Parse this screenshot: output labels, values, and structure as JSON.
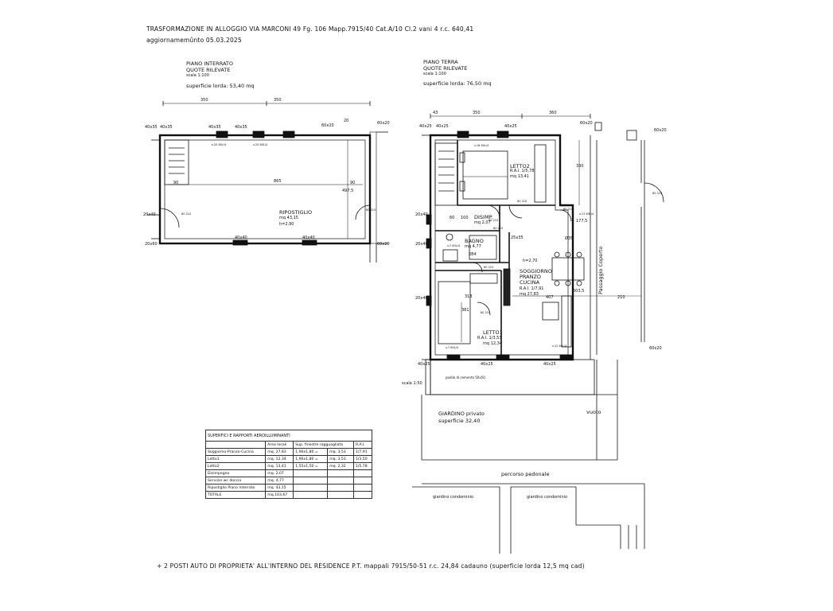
{
  "header": {
    "title": "TRASFORMAZIONE IN ALLOGGIO VIA MARCONI 49 Fg. 106 Mapp.7915/40 Cat.A/10 Cl.2 vani 4 r.c. 640,41",
    "update": "aggiornamemûnto 05.03.2025"
  },
  "basement": {
    "title": "PIANO INTERRATO",
    "subtitle": "QUOTE RILEVATE",
    "scale": "scala 1:100",
    "area": "superficie lorda: 53,40 mq",
    "dims": [
      "350",
      "350",
      "865",
      "20",
      "497,5",
      "90",
      "90"
    ],
    "windows": [
      "40x35",
      "40x35",
      "40x35",
      "40x35",
      "60x20",
      "60x20",
      "20x40",
      "20x60",
      "40x40",
      "40x40",
      "60x20"
    ],
    "window_ratios": [
      "v.20 80L/4",
      "v.20 80L/4"
    ],
    "door": "80 210",
    "door2": "80 210",
    "room": {
      "name": "RIPOSTIGLIO",
      "area": "mq 43,15",
      "height": "h=2,90"
    }
  },
  "ground": {
    "title": "PIANO TERRA",
    "subtitle": "QUOTE RILEVATE",
    "scale": "scala 1:100",
    "area": "superficie lorda: 76,50 mq",
    "dims": [
      "43",
      "350",
      "360",
      "330",
      "177,5",
      "210",
      "407",
      "381",
      "318",
      "284",
      "100",
      "60",
      "603,5"
    ],
    "windows": [
      "40x25",
      "40x25",
      "40x25",
      "60x20",
      "60x20",
      "20x40",
      "20x40",
      "20x40",
      "25x35",
      "40x25",
      "40x25",
      "40x25",
      "60x20"
    ],
    "window_ratios": [
      "v.18 60L/4",
      "v.7 60L/4",
      "v.7 60L/4",
      "v.12 60L/4",
      "v.13 60L/4"
    ],
    "rooms": [
      {
        "name": "LETTO2",
        "rai": "R.A.I. 1/5,78",
        "area": "mq 13,41"
      },
      {
        "name": "DISIMP.",
        "rai": "",
        "area": "mq 2,07"
      },
      {
        "name": "BAGNO",
        "rai": "",
        "area": "mq 4,77"
      },
      {
        "name": "SOGGIORNO PRANZO CUCINA",
        "rai": "R.A.I. 1/7,91",
        "area": "mq 27,83"
      },
      {
        "name": "LETTO1",
        "rai": "R.A.I. 1/3,53",
        "area": "mq 12,34"
      }
    ],
    "height": "h=2,70",
    "diameter": "Ø35",
    "doors": [
      "80 210",
      "80 210",
      "80 210",
      "80 210",
      "80 210",
      "80 210",
      "80 210"
    ],
    "porch": "Passaggio Coperto",
    "sidewalk": "podilo di cemento 50x50",
    "scale2": "scala 1:50",
    "garden": {
      "name": "GIARDINO privato",
      "area": "superficie 32,40"
    },
    "void": "vuoto",
    "path": "percorso pedonale",
    "condo_garden": [
      "giardino condominio",
      "giardino condominio"
    ]
  },
  "table": {
    "title": "SUPERFICI E RAPPORTI AEROILLUMINANTI",
    "headers": [
      "",
      "Area locali",
      "Sup. finestre ragguagliata",
      "R.A.I."
    ],
    "rows": [
      [
        "Soggiorno-Pranzo-Cucina",
        "mq. 27,83",
        "1,96x1,80 =",
        "mq. 3,53",
        "1/7,91"
      ],
      [
        "Letto1",
        "mq. 12,34",
        "1,96x1,80 =",
        "mq. 3,53",
        "1/3,50"
      ],
      [
        "Letto2",
        "mq. 13,41",
        "1,55x1,50 =",
        "mq. 2,32",
        "1/5,78"
      ],
      [
        "Disimpegno",
        "mq. 2,07",
        "",
        "",
        ""
      ],
      [
        "Servizio wc doccia",
        "mq. 4,77",
        "",
        "",
        ""
      ],
      [
        "Ripostiglio Piano Interrato",
        "mq. 43,15",
        "",
        "",
        ""
      ],
      [
        "TOTALE",
        "mq.103,67",
        "",
        "",
        ""
      ]
    ]
  },
  "footer": "+  2  POSTI AUTO  DI PROPRIETA' ALL'INTERNO DEL RESIDENCE P.T. mappali 7915/50-51 r.c. 24,84 cadauno (superficie lorda 12,5 mq cad)"
}
